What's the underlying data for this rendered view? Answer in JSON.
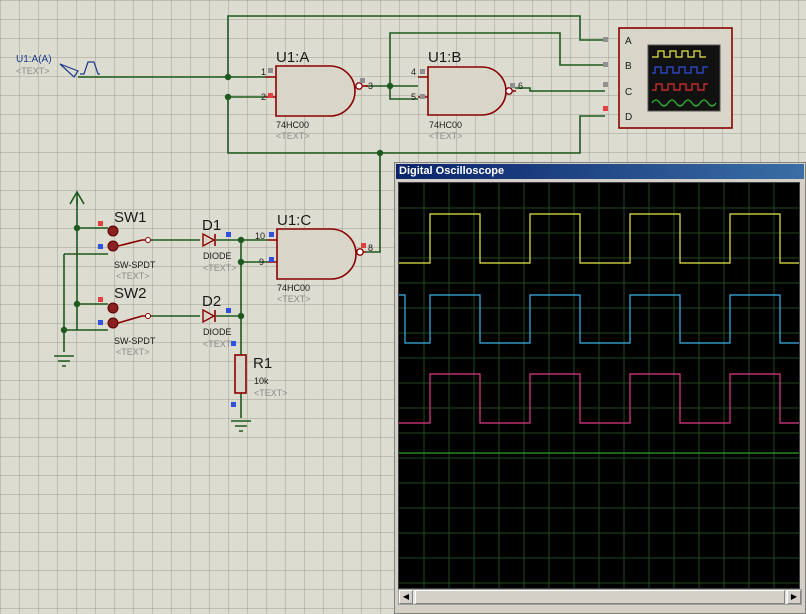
{
  "generator": {
    "label": "U1:A(A)",
    "text": "<TEXT>"
  },
  "u1a": {
    "name": "U1:A",
    "part": "74HC00",
    "text": "<TEXT>",
    "pin1": "1",
    "pin2": "2",
    "pin3": "3"
  },
  "u1b": {
    "name": "U1:B",
    "part": "74HC00",
    "text": "<TEXT>",
    "pin4": "4",
    "pin5": "5",
    "pin6": "6"
  },
  "u1c": {
    "name": "U1:C",
    "part": "74HC00",
    "text": "<TEXT>",
    "pin10": "10",
    "pin9": "9",
    "pin8": "8"
  },
  "sw1": {
    "name": "SW1",
    "part": "SW-SPDT",
    "text": "<TEXT>"
  },
  "sw2": {
    "name": "SW2",
    "part": "SW-SPDT",
    "text": "<TEXT>"
  },
  "d1": {
    "name": "D1",
    "part": "DIODE",
    "text": "<TEXT>"
  },
  "d2": {
    "name": "D2",
    "part": "DIODE",
    "text": "<TEXT>"
  },
  "r1": {
    "name": "R1",
    "value": "10k",
    "text": "<TEXT>"
  },
  "scope_symbol": {
    "channels": [
      "A",
      "B",
      "C",
      "D"
    ]
  },
  "scope_window": {
    "title": "Digital Oscilloscope",
    "scroll_left": "◀",
    "scroll_right": "▶"
  },
  "colors": {
    "wire": "#1e5a1e",
    "component": "#8b0000",
    "pin_red": "#e04040",
    "pin_blue": "#3050e0",
    "trace_a": "#e8e84a",
    "trace_b": "#3ab4e8",
    "trace_c": "#e03a8a",
    "trace_d": "#2ea02e",
    "screen_grid": "#1f4a1f"
  }
}
